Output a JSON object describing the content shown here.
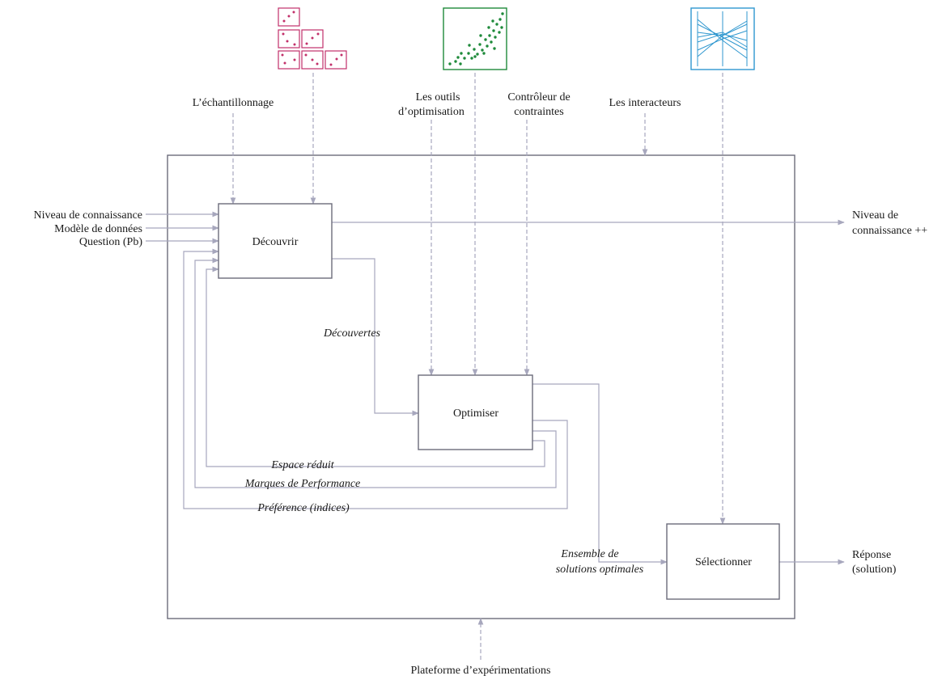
{
  "inputs": {
    "sampling": "L’échantillonnage",
    "optim_tools_1": "Les outils",
    "optim_tools_2": "d’optimisation",
    "constraints_1": "Contrôleur de",
    "constraints_2": "contraintes",
    "interactors": "Les interacteurs",
    "knowledge_level": "Niveau de connaissance",
    "data_model": "Modèle de données",
    "question": "Question (Pb)",
    "platform": "Plateforme d’expérimentations"
  },
  "processes": {
    "discover": "Découvrir",
    "optimize": "Optimiser",
    "select": "Sélectionner"
  },
  "flows": {
    "discoveries": "Découvertes",
    "reduced_space": "Espace réduit",
    "performance_marks": "Marques de Performance",
    "preference": "Préférence (indices)",
    "optimal_set_1": "Ensemble de",
    "optimal_set_2": "solutions optimales"
  },
  "outputs": {
    "knowledge_plus_1": "Niveau de",
    "knowledge_plus_2": "connaissance ++",
    "answer_1": "Réponse",
    "answer_2": "(solution)"
  },
  "colors": {
    "scatter_matrix": "#c2306a",
    "scatter_plot": "#1e8a3a",
    "parallel_coords": "#2f97cf",
    "arrows": "#a7a7bd",
    "boxes": "#6b6b7b"
  },
  "icons": [
    "scatter-matrix-icon",
    "scatter-plot-icon",
    "parallel-coordinates-icon"
  ]
}
